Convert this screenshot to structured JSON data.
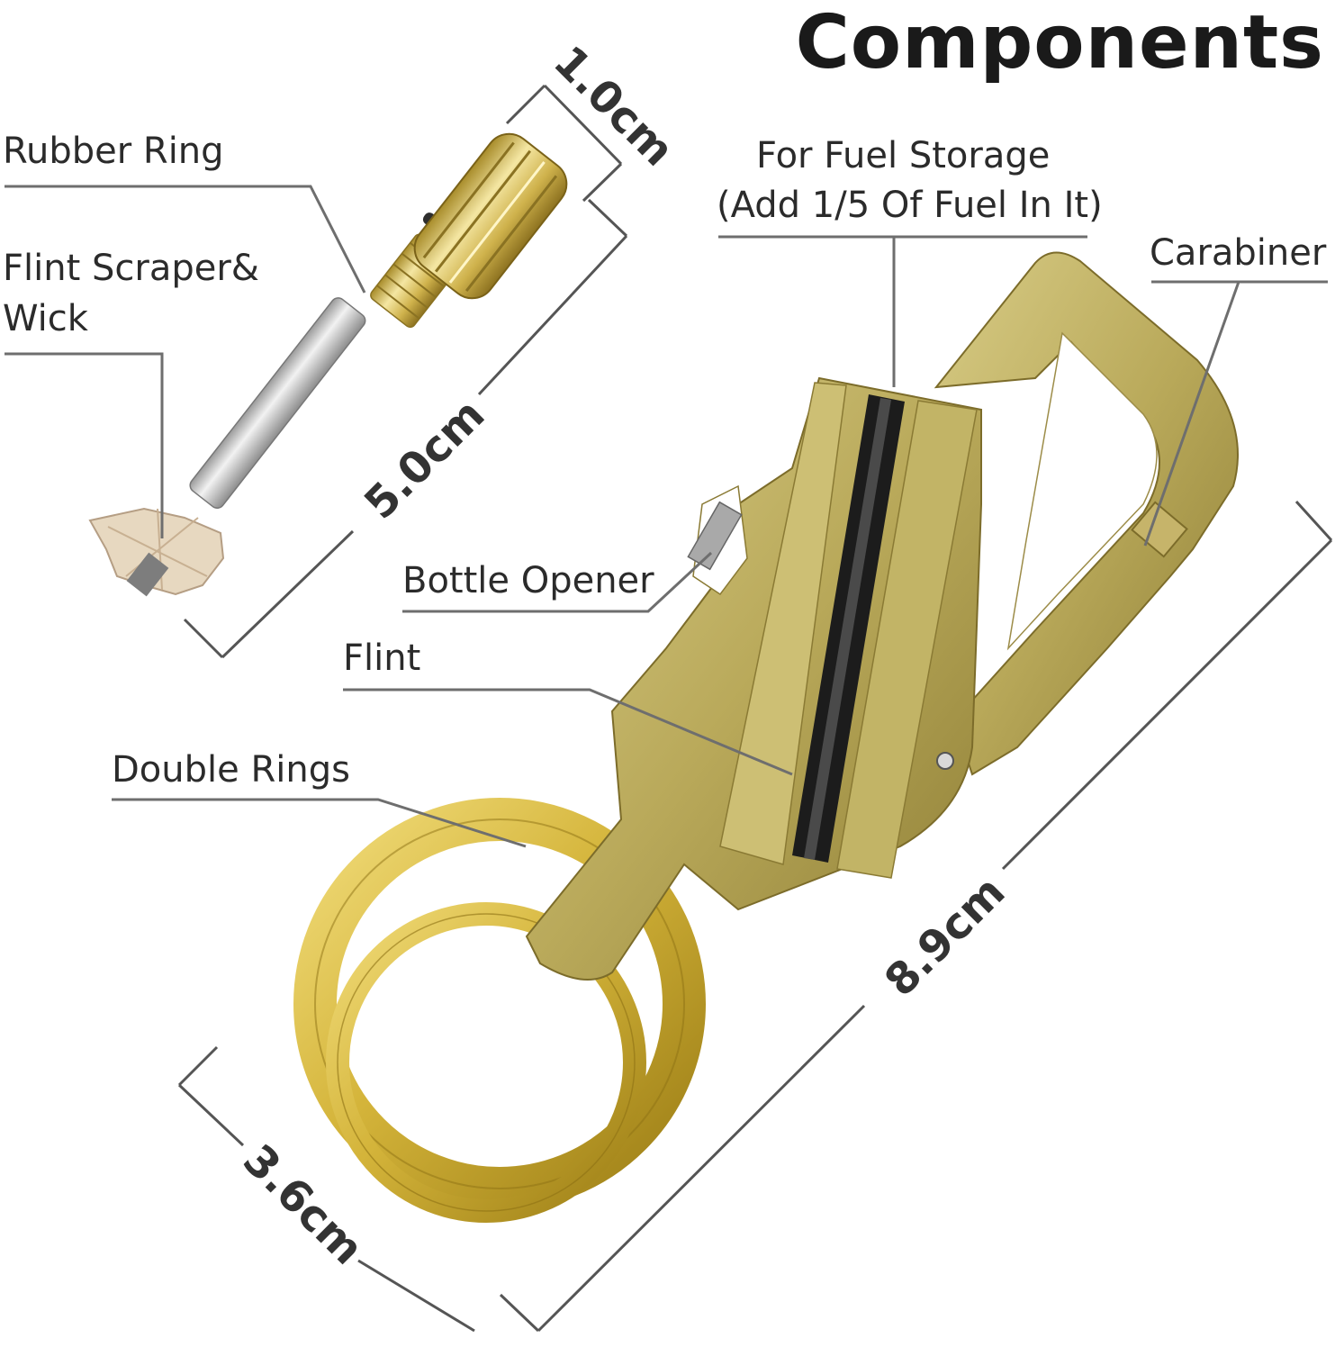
{
  "title": "Components",
  "labels": {
    "rubber_ring": "Rubber Ring",
    "flint_scraper_line1": "Flint Scraper&",
    "flint_scraper_line2": "Wick",
    "fuel_storage_line1": "For Fuel Storage",
    "fuel_storage_line2": "(Add 1/5 Of Fuel In It)",
    "carabiner": "Carabiner",
    "bottle_opener": "Bottle Opener",
    "flint": "Flint",
    "double_rings": "Double Rings"
  },
  "dimensions": {
    "cap_width": "1.0cm",
    "insert_length": "5.0cm",
    "body_length": "8.9cm",
    "ring_diameter": "3.6cm"
  },
  "colors": {
    "brass": "#b9a95a",
    "brass_dark": "#8f7f36",
    "gold_ring": "#d4b43a",
    "steel": "#c9c9c9",
    "flint": "#1c1c1c",
    "leader_line": "#6e6e6e"
  }
}
